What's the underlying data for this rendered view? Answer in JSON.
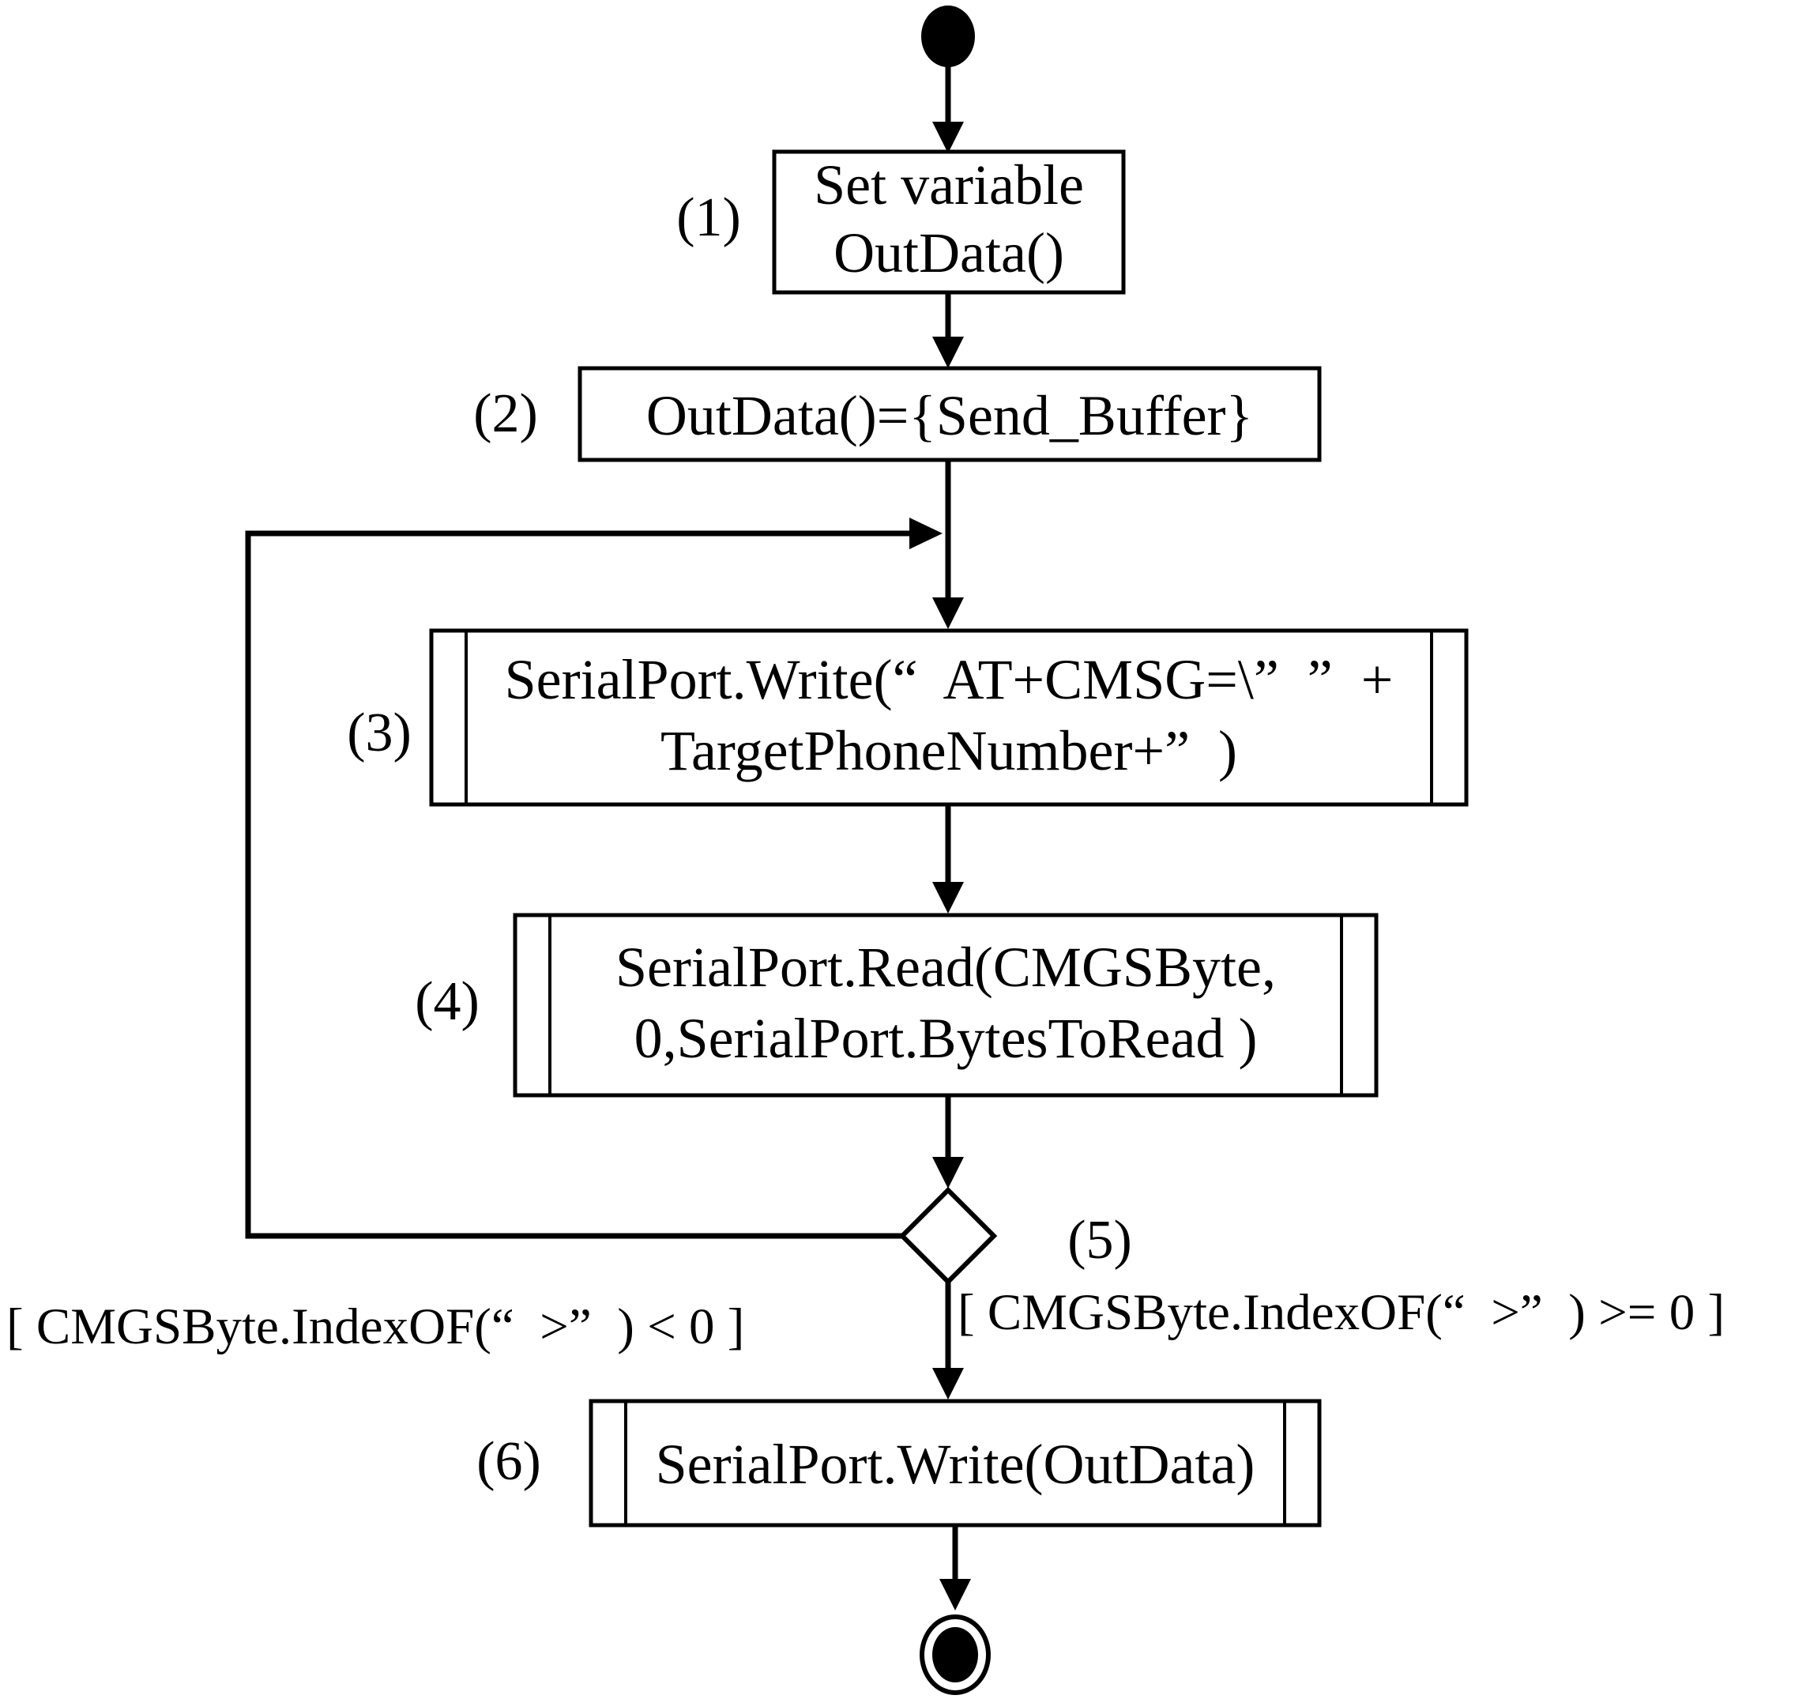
{
  "diagram": {
    "type": "uml-activity-diagram",
    "background": "#ffffff",
    "line_color": "#000000",
    "nodes": {
      "start": {
        "kind": "initial"
      },
      "n1": {
        "num": "(1)",
        "kind": "action",
        "lines": [
          "Set variable",
          "OutData()"
        ]
      },
      "n2": {
        "num": "(2)",
        "kind": "action",
        "lines": [
          "OutData()={Send_Buffer}"
        ]
      },
      "n3": {
        "num": "(3)",
        "kind": "call-behavior-action",
        "lines": [
          "SerialPort.Write(“  AT+CMSG=\\”  ”  +",
          "TargetPhoneNumber+”  )"
        ]
      },
      "n4": {
        "num": "(4)",
        "kind": "call-behavior-action",
        "lines": [
          "SerialPort.Read(CMGSByte,",
          "0,SerialPort.BytesToRead )"
        ]
      },
      "n5": {
        "num": "(5)",
        "kind": "decision"
      },
      "n6": {
        "num": "(6)",
        "kind": "call-behavior-action",
        "lines": [
          "SerialPort.Write(OutData)"
        ]
      },
      "end": {
        "kind": "final"
      }
    },
    "guards": {
      "loop_back": "[ CMGSByte.IndexOF(“  >”  ) < 0 ]",
      "proceed": "[ CMGSByte.IndexOF(“  >”  ) >= 0 ]"
    }
  }
}
